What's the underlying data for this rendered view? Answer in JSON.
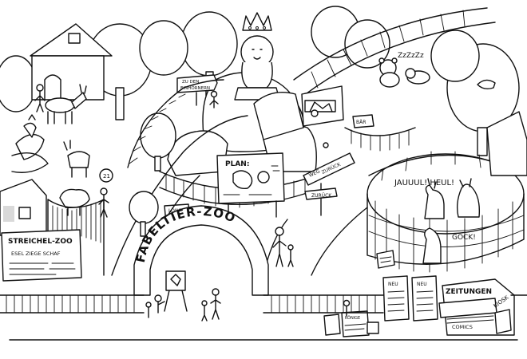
{
  "signs": {
    "arch": "FABELTIER-ZOO",
    "map_title": "PLAN:",
    "petting_zoo_title": "STREICHEL-ZOO",
    "petting_zoo_sub": "ESEL ZIEGE SCHAF",
    "to_unicorns_line1": "ZU DEN",
    "to_unicorns_line2": "EINHÖRNERN",
    "way_back_line1": "WEG",
    "way_back_line2": "ZURÜCK",
    "back": "ZURÜCK",
    "lions": "LÖWE",
    "bears": "BÄR",
    "newspapers": "ZEITUNGEN",
    "kiosk": "KIOSK",
    "comics": "COMICS",
    "new1": "NEU",
    "new2": "NEU",
    "king_banner": "KÖNIGE",
    "number_bubble": "21"
  },
  "sounds": {
    "howl": "JAUUUL! HEUL!",
    "gock": "GOCK!",
    "snore": "ZzZzZz"
  },
  "colors": {
    "ink": "#111111",
    "paper": "#ffffff",
    "shadow": "#d9d9d9"
  }
}
